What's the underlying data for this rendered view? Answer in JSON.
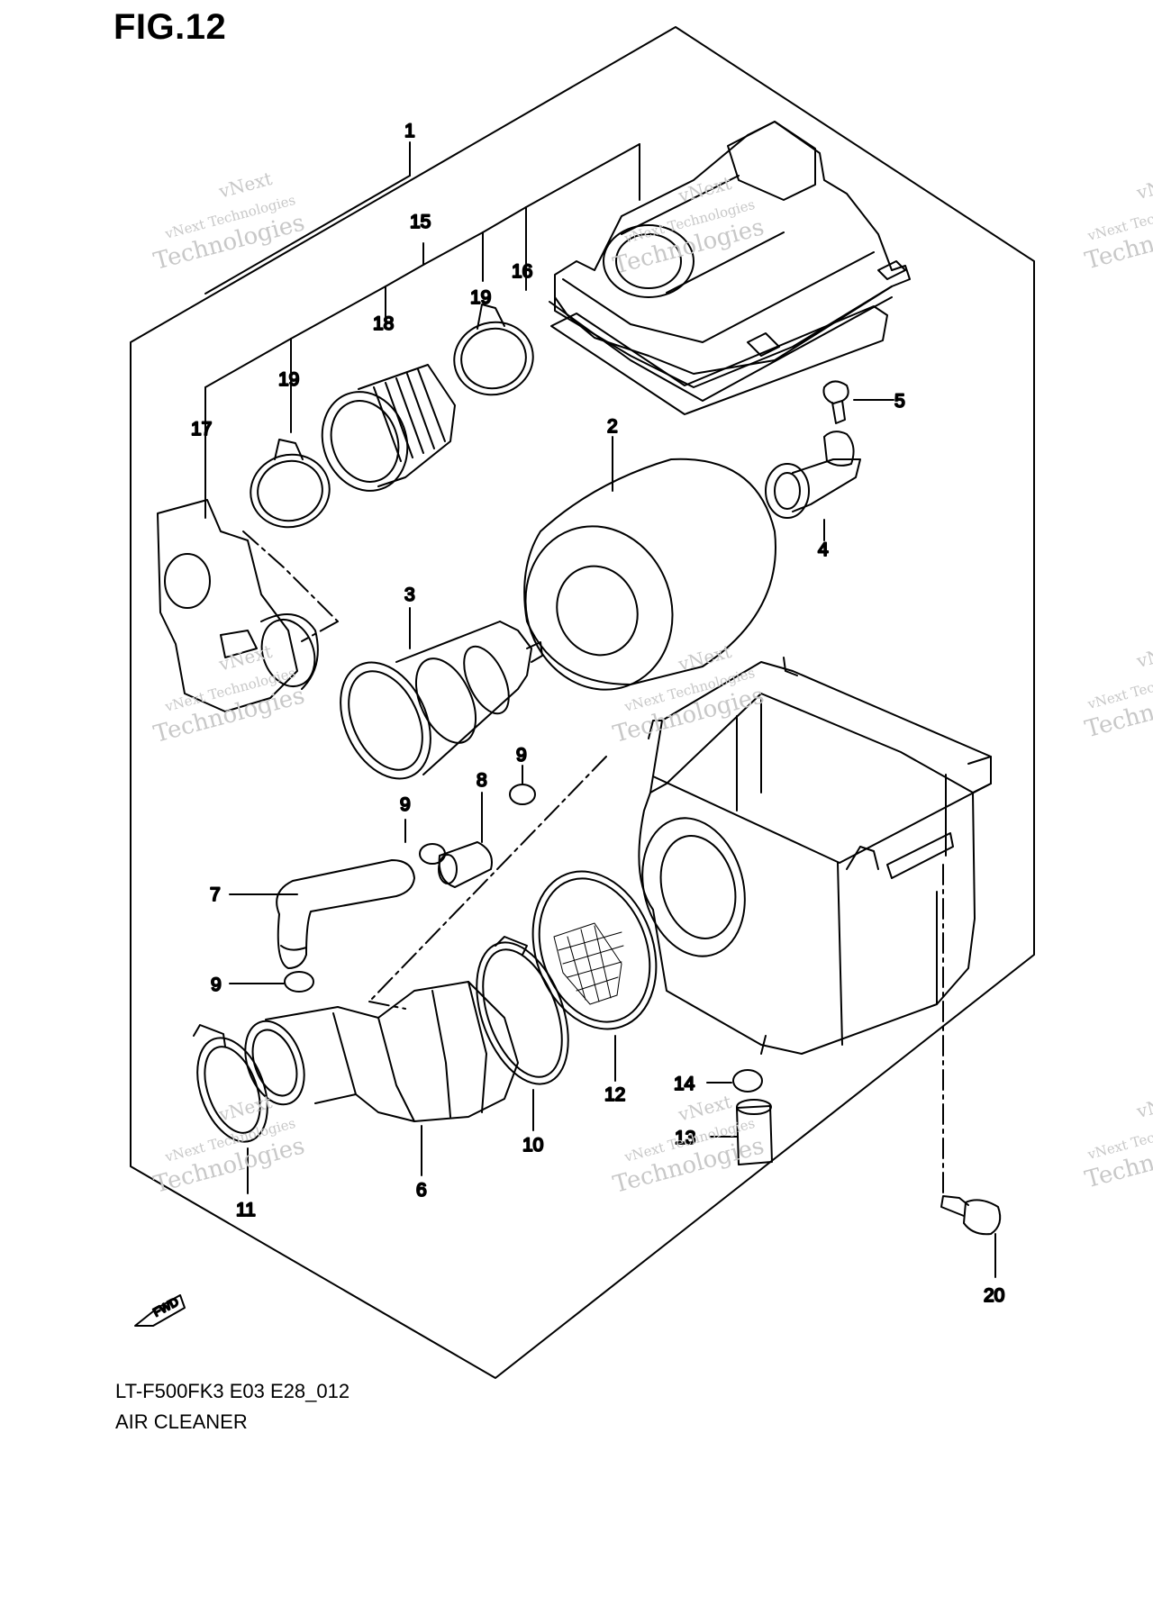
{
  "figure": {
    "title": "FIG.12",
    "model_code": "LT-F500FK3  E03  E28_012",
    "assembly_name": "AIR CLEANER"
  },
  "watermark": {
    "line1": "vNext",
    "line2": "vNext Technologies",
    "line3": "Technologies",
    "edge1": "vNext",
    "edge2": "vNext Techno",
    "edge3": "Techn"
  },
  "fwd_label": "FWD",
  "callouts": {
    "c1": "1",
    "c2": "2",
    "c3": "3",
    "c4": "4",
    "c5": "5",
    "c6": "6",
    "c7": "7",
    "c8": "8",
    "c9a": "9",
    "c9b": "9",
    "c9c": "9",
    "c10": "10",
    "c11": "11",
    "c12": "12",
    "c13": "13",
    "c14": "14",
    "c15": "15",
    "c16": "16",
    "c17": "17",
    "c18": "18",
    "c19a": "19",
    "c19b": "19",
    "c20": "20"
  },
  "colors": {
    "line": "#000000",
    "watermark": "#c8c8c8",
    "background": "#ffffff"
  }
}
